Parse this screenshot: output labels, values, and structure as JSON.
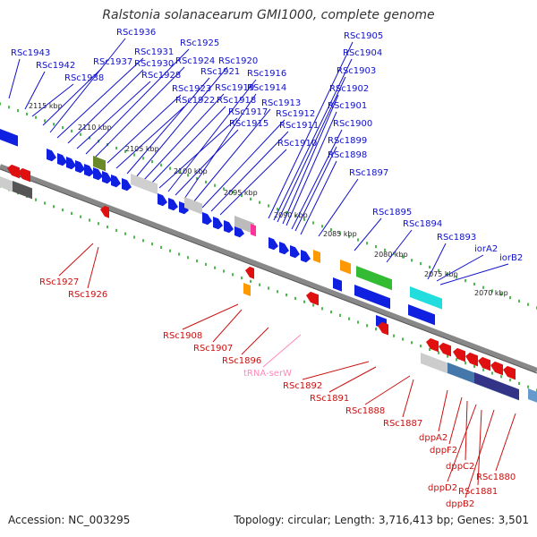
{
  "title": "Ralstonia solanacearum GMI1000, complete genome",
  "footer": {
    "accession": "Accession: NC_003295",
    "summary": "Topology: circular; Length: 3,716,413 bp; Genes: 3,501"
  },
  "colors": {
    "forward_label": "#1010cc",
    "reverse_label": "#cc1010",
    "trna_label": "#ff88bb",
    "forward_gene": "#1020e0",
    "reverse_gene": "#e01010",
    "backbone": "#777777",
    "tick": "#22aa22"
  },
  "scale_ticks": [
    "2115 kbp",
    "2110 kbp",
    "2105 kbp",
    "2100 kbp",
    "2095 kbp",
    "2090 kbp",
    "2085 kbp",
    "2080 kbp",
    "2075 kbp",
    "2070 kbp"
  ],
  "forward_labels": [
    "RSc1943",
    "RSc1942",
    "RSc1938",
    "RSc1937",
    "RSc1936",
    "RSc1931",
    "RSc1930",
    "RSc1928",
    "RSc1925",
    "RSc1924",
    "RSc1923",
    "RSc1922",
    "RSc1921",
    "RSc1920",
    "RSc1919",
    "RSc1918",
    "RSc1917",
    "RSc1916",
    "RSc1915",
    "RSc1914",
    "RSc1913",
    "RSc1912",
    "RSc1911",
    "RSc1910",
    "RSc1905",
    "RSc1904",
    "RSc1903",
    "RSc1902",
    "RSc1901",
    "RSc1900",
    "RSc1899",
    "RSc1898",
    "RSc1897",
    "RSc1895",
    "RSc1894",
    "RSc1893",
    "iorA2",
    "iorB2"
  ],
  "reverse_labels": [
    "RSc1927",
    "RSc1926",
    "RSc1908",
    "RSc1907",
    "RSc1896",
    "tRNA-serW",
    "RSc1892",
    "RSc1891",
    "RSc1888",
    "RSc1887",
    "dppA2",
    "dppF2",
    "dppC2",
    "dppD2",
    "RSc1881",
    "RSc1880",
    "dppB2"
  ]
}
